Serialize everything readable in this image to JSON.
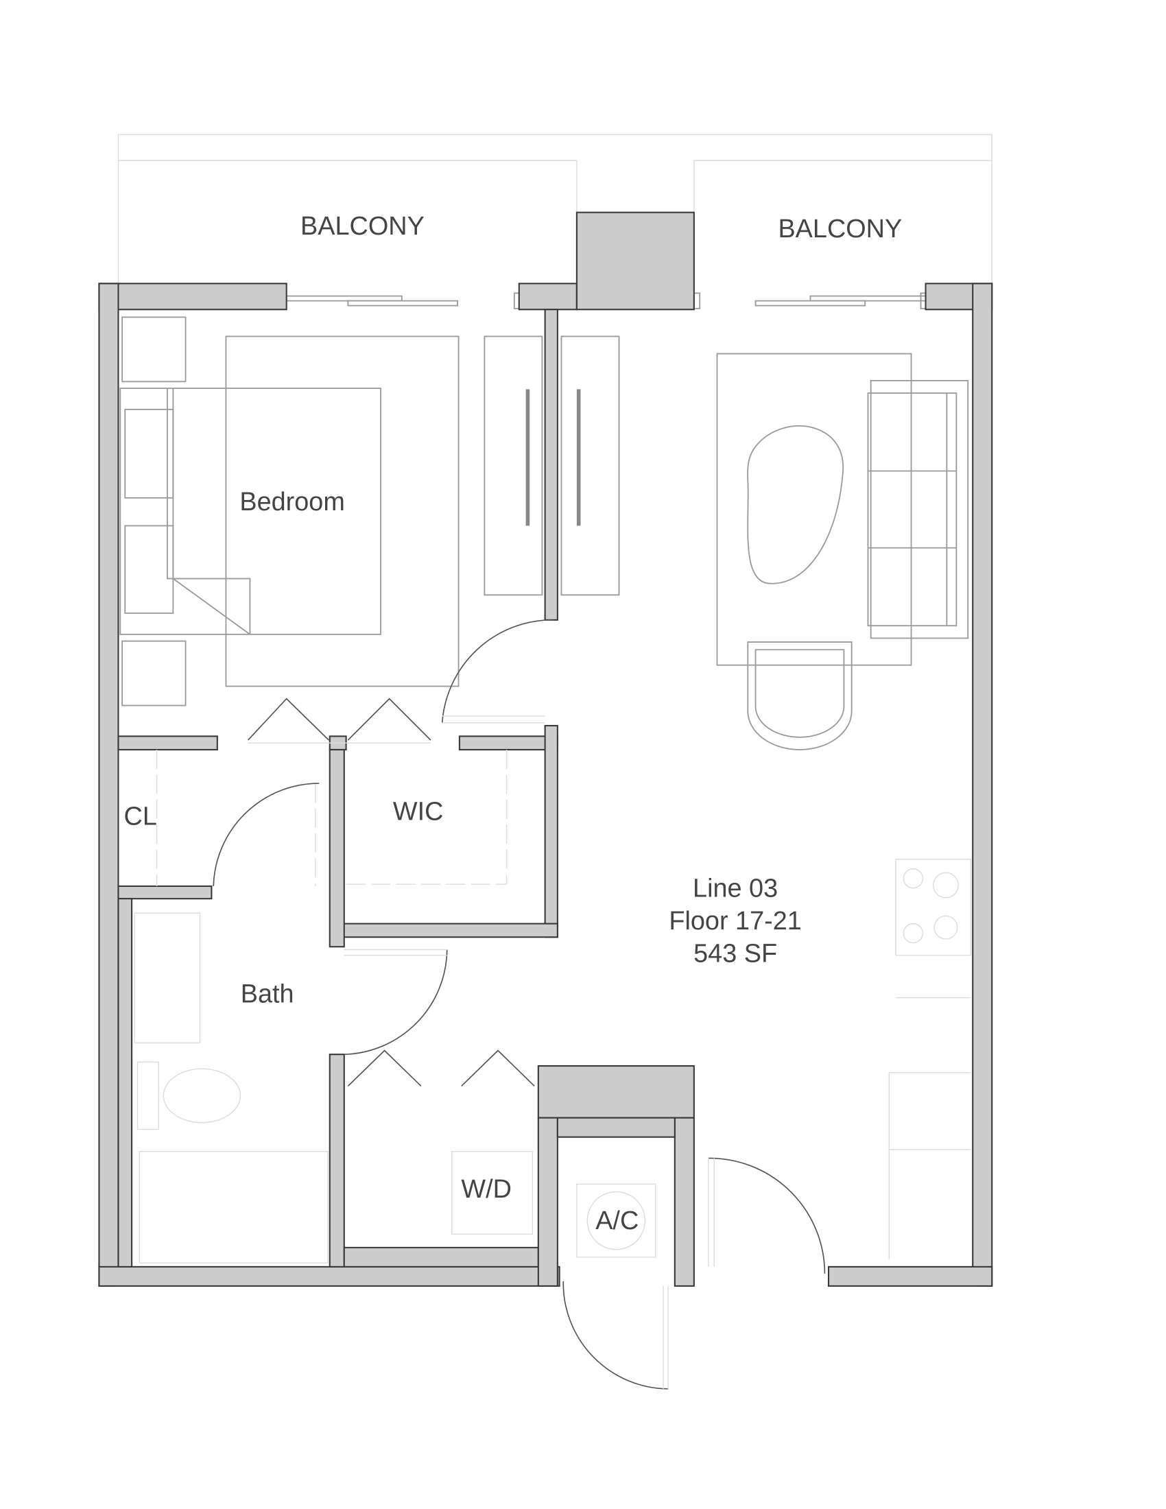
{
  "rooms": {
    "balcony_left": "BALCONY",
    "balcony_right": "BALCONY",
    "bedroom": "Bedroom",
    "closet": "CL",
    "walk_in_closet": "WIC",
    "bath": "Bath",
    "washer_dryer": "W/D",
    "ac": "A/C"
  },
  "unit_info": {
    "line": "Line 03",
    "floor": "Floor 17-21",
    "area": "543 SF"
  }
}
